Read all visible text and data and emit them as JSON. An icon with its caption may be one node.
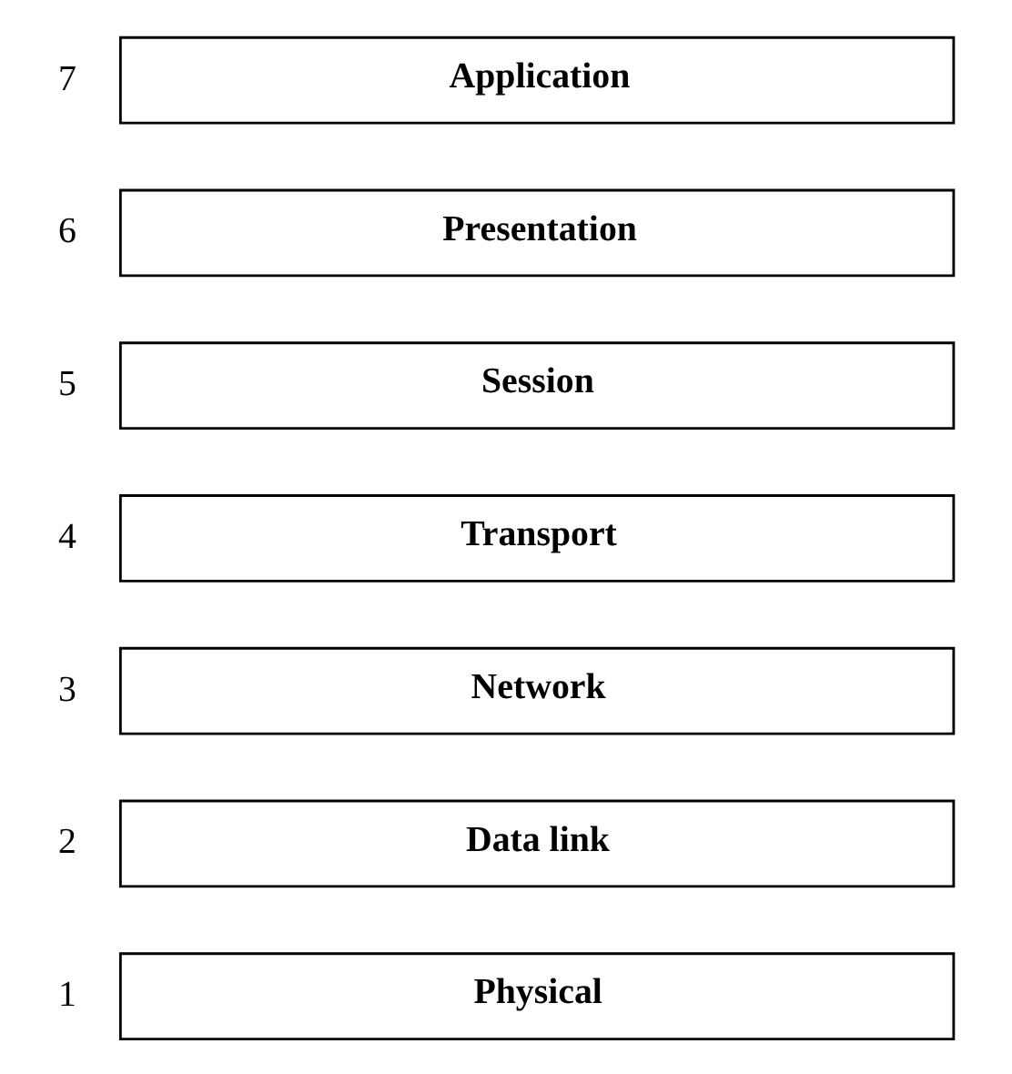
{
  "diagram": {
    "nodes": [
      {
        "text": [
          "Application"
        ],
        "beside": [
          "7"
        ]
      },
      {
        "text": [
          "Presentation"
        ],
        "beside": [
          "6"
        ]
      },
      {
        "text": [
          "Session"
        ],
        "beside": [
          "5"
        ]
      },
      {
        "text": [
          "Transport"
        ],
        "beside": [
          "4"
        ]
      },
      {
        "text": [
          "Network"
        ],
        "beside": [
          "3"
        ]
      },
      {
        "text": [
          "Data link"
        ],
        "beside": [
          "2"
        ]
      },
      {
        "text": [
          "Physical"
        ],
        "beside": [
          "1"
        ]
      }
    ]
  }
}
